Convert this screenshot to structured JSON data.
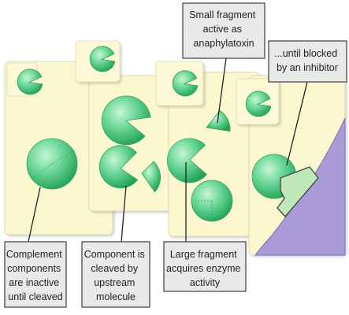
{
  "colors": {
    "panel": "#fbf7cf",
    "panel_shadow": "#cfc9a3",
    "sphere_light": "#b8f0cc",
    "sphere_mid": "#58d187",
    "sphere_dark": "#27a95c",
    "membrane": "#a99ad8",
    "inhibitor": "#bfe8b8",
    "callout_fill": "#e7e7e7",
    "callout_stroke": "#4a4a4a"
  },
  "labels": {
    "step1": [
      "Complement",
      "components",
      "are inactive",
      "until cleaved"
    ],
    "step2": [
      "Component is",
      "cleaved by",
      "upstream",
      "molecule"
    ],
    "step3": [
      "Large fragment",
      "acquires enzyme",
      "activity"
    ],
    "top_fragment": [
      "Small fragment",
      "active as",
      "anaphylatoxin"
    ],
    "top_inhibitor": [
      "...until blocked",
      "by an inhibitor"
    ]
  }
}
